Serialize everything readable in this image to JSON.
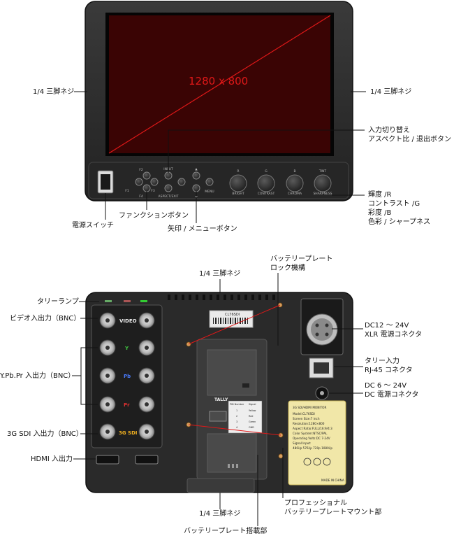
{
  "front": {
    "screen_resolution": "1280 x 800",
    "button_labels": {
      "f2": "F2",
      "f1": "F1",
      "f3": "F3",
      "f4": "F4",
      "input": "INPUT",
      "aspect_exit": "ASPECT/EXIT",
      "up": "▲",
      "menu": "MENU",
      "down": "▼",
      "r": "R",
      "g": "G",
      "b": "B",
      "tint": "TINT",
      "bright": "BRIGHT",
      "contrast": "CONTRAST",
      "chroma": "CHROMA",
      "sharpness": "SHARPNESS"
    },
    "callouts": {
      "left_thread": "1/4 三脚ネジ",
      "right_thread": "1/4 三脚ネジ",
      "input_switch": [
        "入力切り替え",
        "アスペクト比 / 退出ボタン"
      ],
      "knobs": [
        "輝度 /R",
        "コントラスト /G",
        "彩度 /B",
        "色彩 / シャープネス"
      ],
      "function_button": "ファンクションボタン",
      "power_switch": "電源スイッチ",
      "arrow_menu": "矢印 / メニューボタン"
    }
  },
  "back": {
    "model_label": "CL76SDI",
    "port_labels": {
      "video": "VIDEO",
      "y": "Y",
      "pb": "Pb",
      "pr": "Pr",
      "sdi": "3G SDI",
      "tally": "TALLY"
    },
    "tally_table_header": [
      "PIN Number",
      "Signal"
    ],
    "tally_table_rows": [
      [
        "1",
        "Yellow"
      ],
      [
        "2",
        "Red"
      ],
      [
        "3",
        "Green"
      ],
      [
        "4",
        "GND"
      ]
    ],
    "spec_plate_lines": [
      "3G SDI/HDMI MONITOR",
      "Model:CL76SDI",
      "Screen Size:7 inch",
      "Resolution:1280×800",
      "Aspect Ratio:FULL/16:9/4:3",
      "Color System:NTSC/PAL",
      "Operating Volts:DC 7-24V",
      "Signal Input:",
      "480i/p 576i/p 720p 1080i/p"
    ],
    "spec_plate_footer": "MADE IN CHINA",
    "callouts": {
      "tally_lamp": "タリーランプ",
      "video_in": "ビデオ入出力（BNC）",
      "ypbpr_in": "Y.Pb.Pr 入出力（BNC）",
      "sdi_in": "3G SDI 入出力（BNC）",
      "hdmi_in": "HDMI 入出力",
      "top_thread": "1/4 三脚ネジ",
      "battery_lock": [
        "バッテリープレート",
        "ロック機構"
      ],
      "dc12": [
        "DC12 ～ 24V",
        "XLR 電源コネクタ"
      ],
      "tally_in": [
        "タリー入力",
        "RJ-45 コネクタ"
      ],
      "dc6": [
        "DC 6 ～ 24V",
        "DC 電源コネクタ"
      ],
      "pro_mount": [
        "プロフェッショナル",
        "バッテリープレートマウント部"
      ],
      "bottom_thread": "1/4 三脚ネジ",
      "battery_plate": "バッテリープレート搭載部"
    }
  }
}
